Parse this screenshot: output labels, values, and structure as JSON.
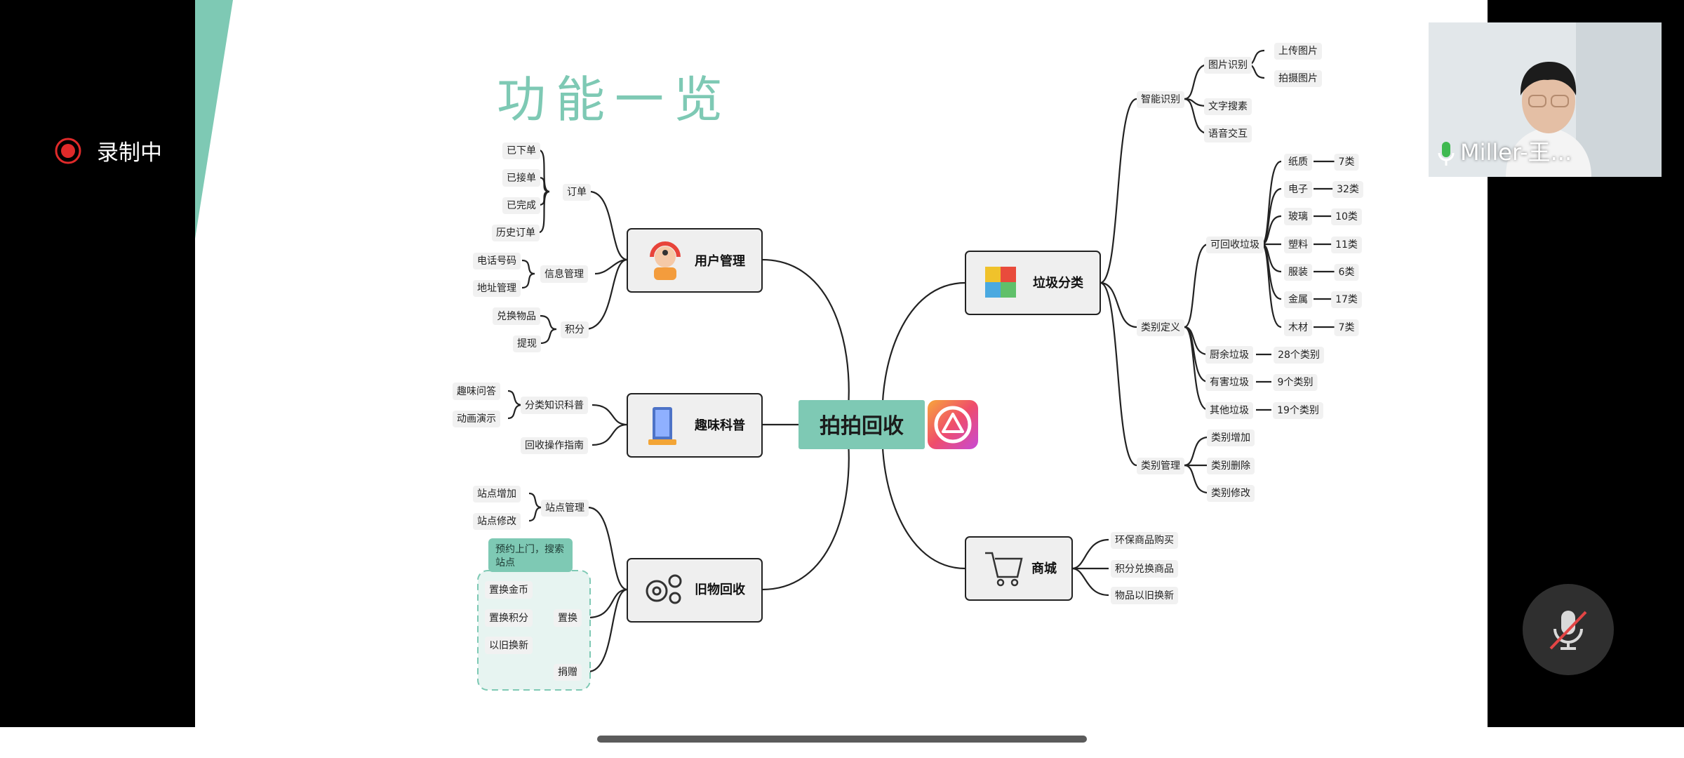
{
  "slide": {
    "title": "功能一览"
  },
  "recording": {
    "label": "录制中"
  },
  "video": {
    "participant_name": "Miller-王..."
  },
  "mindmap": {
    "root": "拍拍回收",
    "user_mgmt": {
      "label": "用户管理",
      "order": {
        "label": "订单",
        "items": [
          "已下单",
          "已接单",
          "已完成",
          "历史订单"
        ]
      },
      "info": {
        "label": "信息管理",
        "items": [
          "电话号码",
          "地址管理"
        ]
      },
      "points": {
        "label": "积分",
        "items": [
          "兑换物品",
          "提现"
        ]
      }
    },
    "science": {
      "label": "趣味科普",
      "knowledge": {
        "label": "分类知识科普",
        "items": [
          "趣味问答",
          "动画演示"
        ]
      },
      "guide": "回收操作指南"
    },
    "recycle": {
      "label": "旧物回收",
      "site": {
        "label": "站点管理",
        "items": [
          "站点增加",
          "站点修改"
        ]
      },
      "note": "预约上门，搜索站点",
      "exchange": {
        "label": "置换",
        "items": [
          "置换金币",
          "置换积分",
          "以旧换新"
        ]
      },
      "donate": "捐赠"
    },
    "garbage": {
      "label": "垃圾分类",
      "smart": {
        "label": "智能识别",
        "image": "图片识别",
        "upload": "上传图片",
        "shoot": "拍摄图片",
        "text": "文字搜素",
        "voice": "语音交互"
      },
      "define": {
        "label": "类别定义",
        "recyclable": {
          "label": "可回收垃圾",
          "items": [
            {
              "name": "纸质",
              "count": "7类"
            },
            {
              "name": "电子",
              "count": "32类"
            },
            {
              "name": "玻璃",
              "count": "10类"
            },
            {
              "name": "塑料",
              "count": "11类"
            },
            {
              "name": "服装",
              "count": "6类"
            },
            {
              "name": "金属",
              "count": "17类"
            },
            {
              "name": "木材",
              "count": "7类"
            }
          ]
        },
        "kitchen": {
          "name": "厨余垃圾",
          "count": "28个类别"
        },
        "hazard": {
          "name": "有害垃圾",
          "count": "9个类别"
        },
        "other": {
          "name": "其他垃圾",
          "count": "19个类别"
        }
      },
      "manage": {
        "label": "类别管理",
        "items": [
          "类别增加",
          "类别删除",
          "类别修改"
        ]
      }
    },
    "mall": {
      "label": "商城",
      "items": [
        "环保商品购买",
        "积分兑换商品",
        "物品以旧换新"
      ]
    }
  }
}
